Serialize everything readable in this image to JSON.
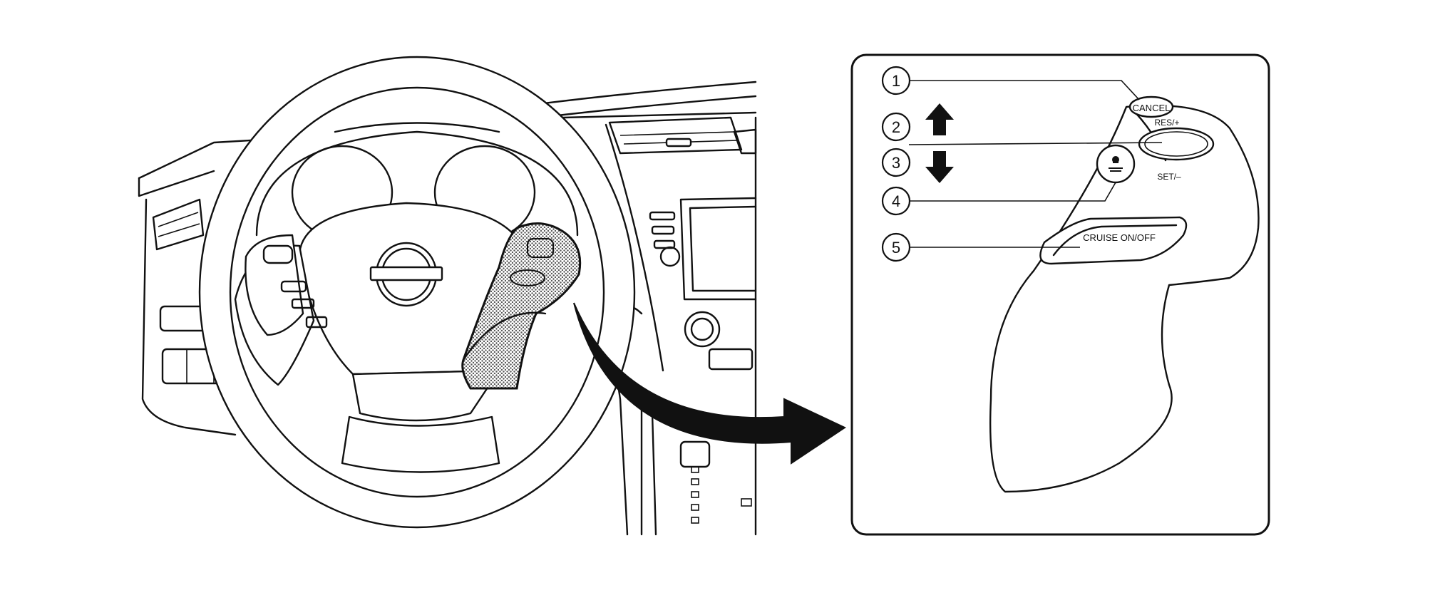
{
  "callouts": [
    {
      "number": "1"
    },
    {
      "number": "2"
    },
    {
      "number": "3"
    },
    {
      "number": "4"
    },
    {
      "number": "5"
    }
  ],
  "switch_labels": {
    "cancel": "CANCEL",
    "res_plus": "RES/+",
    "set_minus": "SET/–",
    "cruise_on_off": "CRUISE ON/OFF"
  },
  "arrows": {
    "up_icon": "arrow-up-icon",
    "down_icon": "arrow-down-icon"
  },
  "colors": {
    "line": "#111111",
    "highlight_fill": "#8a8a8a",
    "background": "#ffffff"
  }
}
